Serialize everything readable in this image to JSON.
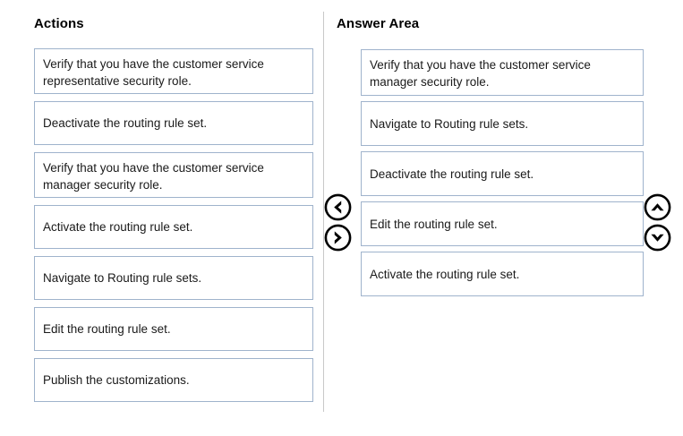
{
  "panels": {
    "actions": {
      "title": "Actions",
      "items": [
        {
          "text": "Verify that you have the customer service representative security role.",
          "lines": 2
        },
        {
          "text": "Deactivate the routing rule set.",
          "lines": 1
        },
        {
          "text": "Verify that you have the customer service manager security role.",
          "lines": 2
        },
        {
          "text": "Activate the routing rule set.",
          "lines": 1
        },
        {
          "text": "Navigate to Routing rule sets.",
          "lines": 1
        },
        {
          "text": "Edit the routing rule set.",
          "lines": 1
        },
        {
          "text": "Publish the customizations.",
          "lines": 1
        }
      ]
    },
    "answer_area": {
      "title": "Answer Area",
      "items": [
        {
          "text": "Verify that you have the customer service manager security role.",
          "lines": 2
        },
        {
          "text": "Navigate to Routing rule sets.",
          "lines": 1
        },
        {
          "text": "Deactivate the routing rule set.",
          "lines": 1
        },
        {
          "text": "Edit the routing rule set.",
          "lines": 1
        },
        {
          "text": "Activate the routing rule set.",
          "lines": 1
        }
      ]
    }
  },
  "controls": {
    "move_left": "move-left-icon",
    "move_right": "move-right-icon",
    "move_up": "move-up-icon",
    "move_down": "move-down-icon"
  },
  "colors": {
    "box_border": "#9fb3cc",
    "divider": "#c8c8c8",
    "text": "#1a1a1a",
    "arrow": "#000000"
  }
}
